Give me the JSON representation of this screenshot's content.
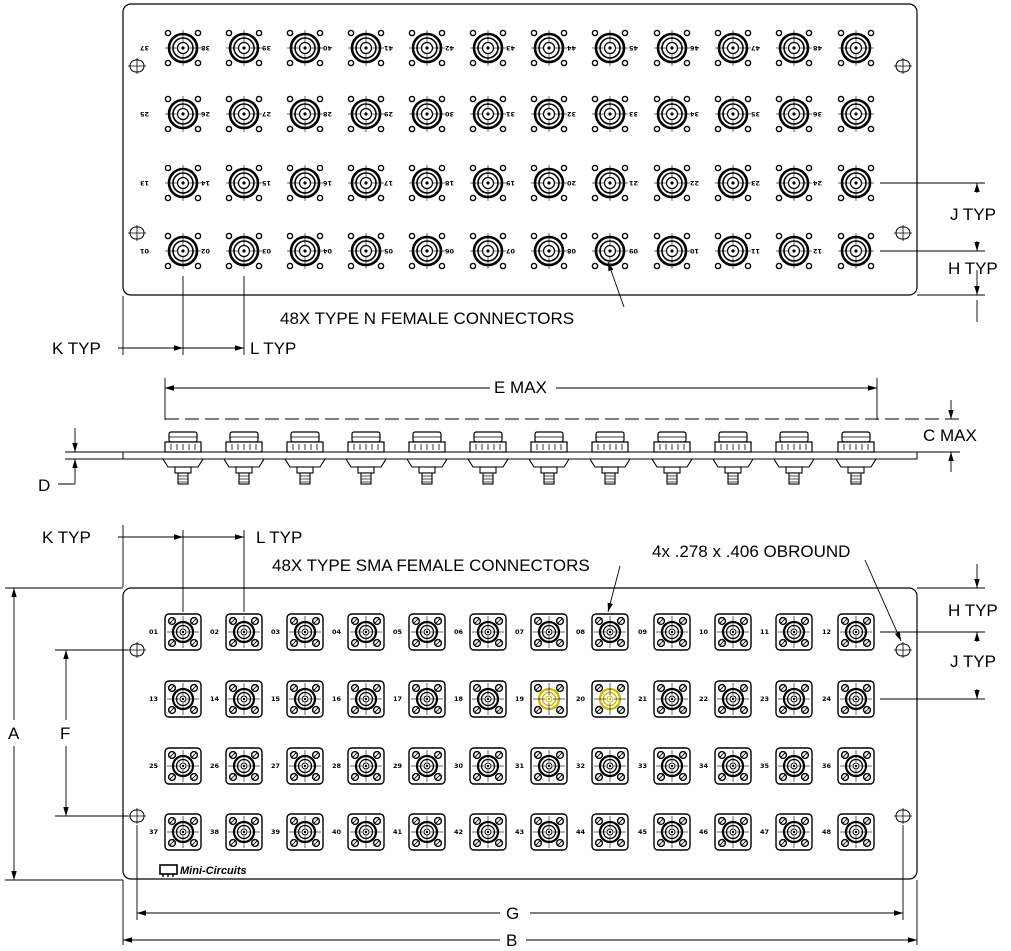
{
  "figure": {
    "front_view": {
      "callout": "48X TYPE N FEMALE CONNECTORS",
      "dims": {
        "j": "J TYP",
        "h": "H TYP",
        "k": "K TYP",
        "l": "L TYP"
      },
      "port_numbers": [
        [
          "37",
          "38",
          "39",
          "40",
          "41",
          "42",
          "43",
          "44",
          "45",
          "46",
          "47",
          "48"
        ],
        [
          "25",
          "26",
          "27",
          "28",
          "29",
          "30",
          "31",
          "32",
          "33",
          "34",
          "35",
          "36"
        ],
        [
          "13",
          "14",
          "15",
          "16",
          "17",
          "18",
          "19",
          "20",
          "21",
          "22",
          "23",
          "24"
        ],
        [
          "01",
          "02",
          "03",
          "04",
          "05",
          "06",
          "07",
          "08",
          "09",
          "10",
          "11",
          "12"
        ]
      ]
    },
    "side_view": {
      "dims": {
        "e": "E MAX",
        "c": "C MAX",
        "d": "D"
      },
      "connector_count": 12
    },
    "rear_view": {
      "callout_sma": "48X TYPE SMA FEMALE CONNECTORS",
      "callout_obround": "4x .278 x .406 OBROUND",
      "dims": {
        "k": "K TYP",
        "l": "L TYP",
        "h": "H TYP",
        "j": "J TYP",
        "a": "A",
        "f": "F",
        "g": "G",
        "b": "B"
      },
      "port_numbers": [
        [
          "01",
          "02",
          "03",
          "04",
          "05",
          "06",
          "07",
          "08",
          "09",
          "10",
          "11",
          "12"
        ],
        [
          "13",
          "14",
          "15",
          "16",
          "17",
          "18",
          "19",
          "20",
          "21",
          "22",
          "23",
          "24"
        ],
        [
          "25",
          "26",
          "27",
          "28",
          "29",
          "30",
          "31",
          "32",
          "33",
          "34",
          "35",
          "36"
        ],
        [
          "37",
          "38",
          "39",
          "40",
          "41",
          "42",
          "43",
          "44",
          "45",
          "46",
          "47",
          "48"
        ]
      ],
      "highlighted_ports": [
        "19",
        "20"
      ],
      "highlight_color": "#c9b400",
      "logo": "Mini-Circuits"
    }
  }
}
